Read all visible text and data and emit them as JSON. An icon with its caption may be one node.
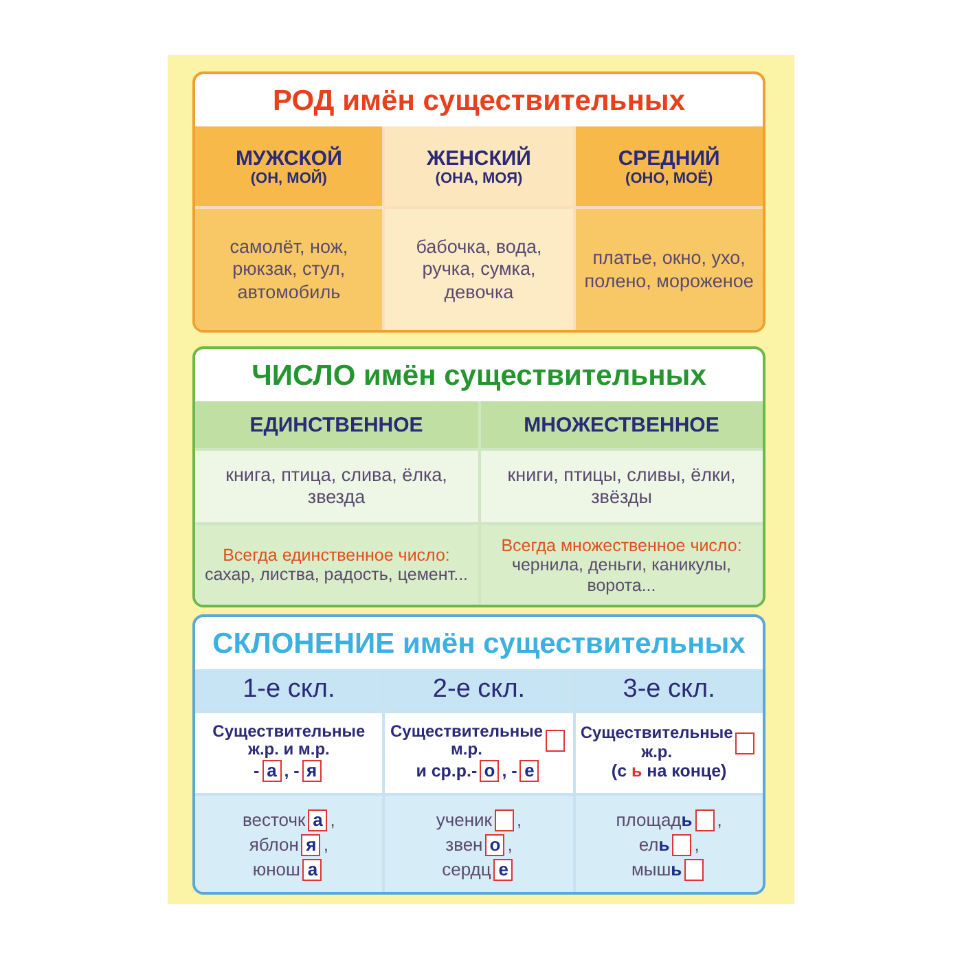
{
  "diagram": {
    "nodes": [
      {
        "text": [
          "РОД имён существительных"
        ]
      },
      {
        "text": [
          "МУЖСКОЙ",
          "(ОН, МОЙ)"
        ],
        "in": 0
      },
      {
        "text": [
          "ЖЕНСКИЙ",
          "(ОНА, МОЯ)"
        ],
        "in": 0
      },
      {
        "text": [
          "СРЕДНИЙ",
          "(ОНО, МОЁ)"
        ],
        "in": 0
      },
      {
        "text": [
          "самолёт, нож, рюкзак, стул, автомобиль"
        ],
        "in": 0
      },
      {
        "text": [
          "бабочка, вода, ручка, сумка, девочка"
        ],
        "in": 0
      },
      {
        "text": [
          "платье, окно, ухо, полено, мороженое"
        ],
        "in": 0
      },
      {
        "text": [
          "ЧИСЛО имён существительных"
        ]
      },
      {
        "text": [
          "ЕДИНСТВЕННОЕ"
        ],
        "in": 7
      },
      {
        "text": [
          "МНОЖЕСТВЕННОЕ"
        ],
        "in": 7
      },
      {
        "text": [
          "книга, птица, слива, ёлка, звезда"
        ],
        "in": 7
      },
      {
        "text": [
          "книги, птицы, сливы, ёлки, звёзды"
        ],
        "in": 7
      },
      {
        "text": [
          "Всегда единственное число:",
          "сахар, листва, радость, цемент..."
        ],
        "in": 7
      },
      {
        "text": [
          "Всегда множественное число:",
          "чернила, деньги, каникулы, ворота..."
        ],
        "in": 7
      },
      {
        "text": [
          "СКЛОНЕНИЕ имён существительных"
        ]
      },
      {
        "text": [
          "1-е скл."
        ],
        "in": 14
      },
      {
        "text": [
          "2-е скл."
        ],
        "in": 14
      },
      {
        "text": [
          "3-е скл."
        ],
        "in": 14
      },
      {
        "text": [
          "Существительные ж.р. и м.р.",
          "-",
          ", -"
        ],
        "in": 14
      },
      {
        "text": [
          "а"
        ],
        "in": 18
      },
      {
        "text": [
          "я"
        ],
        "in": 18
      },
      {
        "text": [
          "Существительные м.р.",
          "и ср.р.-",
          ", -"
        ],
        "in": 14
      },
      {
        "text": [],
        "shape": "box",
        "in": 21
      },
      {
        "text": [
          "о"
        ],
        "in": 21
      },
      {
        "text": [
          "е"
        ],
        "in": 21
      },
      {
        "text": [
          "Существительные ж.р.",
          "(с **ь** на конце)"
        ],
        "in": 14
      },
      {
        "text": [],
        "shape": "box",
        "in": 25
      },
      {
        "text": [
          "весточк",
          ",",
          "яблон",
          ",",
          "юнош"
        ],
        "in": 14
      },
      {
        "text": [
          "а"
        ],
        "in": 27
      },
      {
        "text": [
          "я"
        ],
        "in": 27
      },
      {
        "text": [
          "а"
        ],
        "in": 27
      },
      {
        "text": [
          "ученик",
          ",",
          "звен",
          ",",
          "сердц"
        ],
        "in": 14
      },
      {
        "text": [],
        "shape": "box",
        "in": 31
      },
      {
        "text": [
          "о"
        ],
        "in": 31
      },
      {
        "text": [
          "е"
        ],
        "in": 31
      },
      {
        "text": [
          "площад**ь**",
          ",",
          "ел**ь**",
          ",",
          "мыш**ь**"
        ],
        "in": 14
      },
      {
        "text": [],
        "shape": "box",
        "in": 35
      },
      {
        "text": [],
        "shape": "box",
        "in": 35
      },
      {
        "text": [],
        "shape": "box",
        "in": 35
      }
    ]
  }
}
